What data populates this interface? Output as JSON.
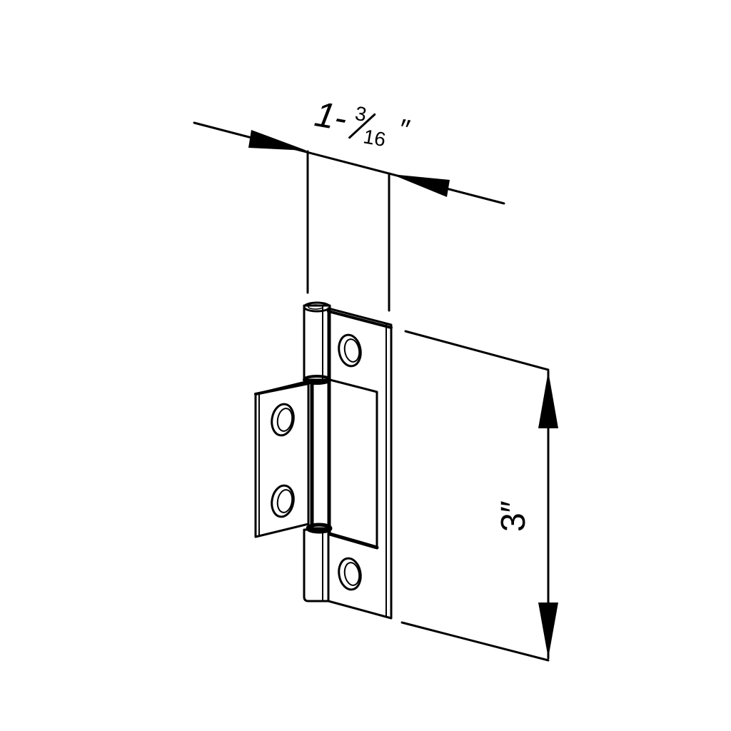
{
  "diagram": {
    "subject": "non-mortise hinge",
    "dimensions": {
      "width": {
        "whole": "1-",
        "numerator": "3",
        "denominator": "16",
        "unit": "″",
        "full_label": "1-3/16\""
      },
      "height": {
        "label": "3″",
        "value": "3",
        "unit": "\""
      }
    },
    "colors": {
      "line": "#000000",
      "background": "#ffffff"
    }
  }
}
